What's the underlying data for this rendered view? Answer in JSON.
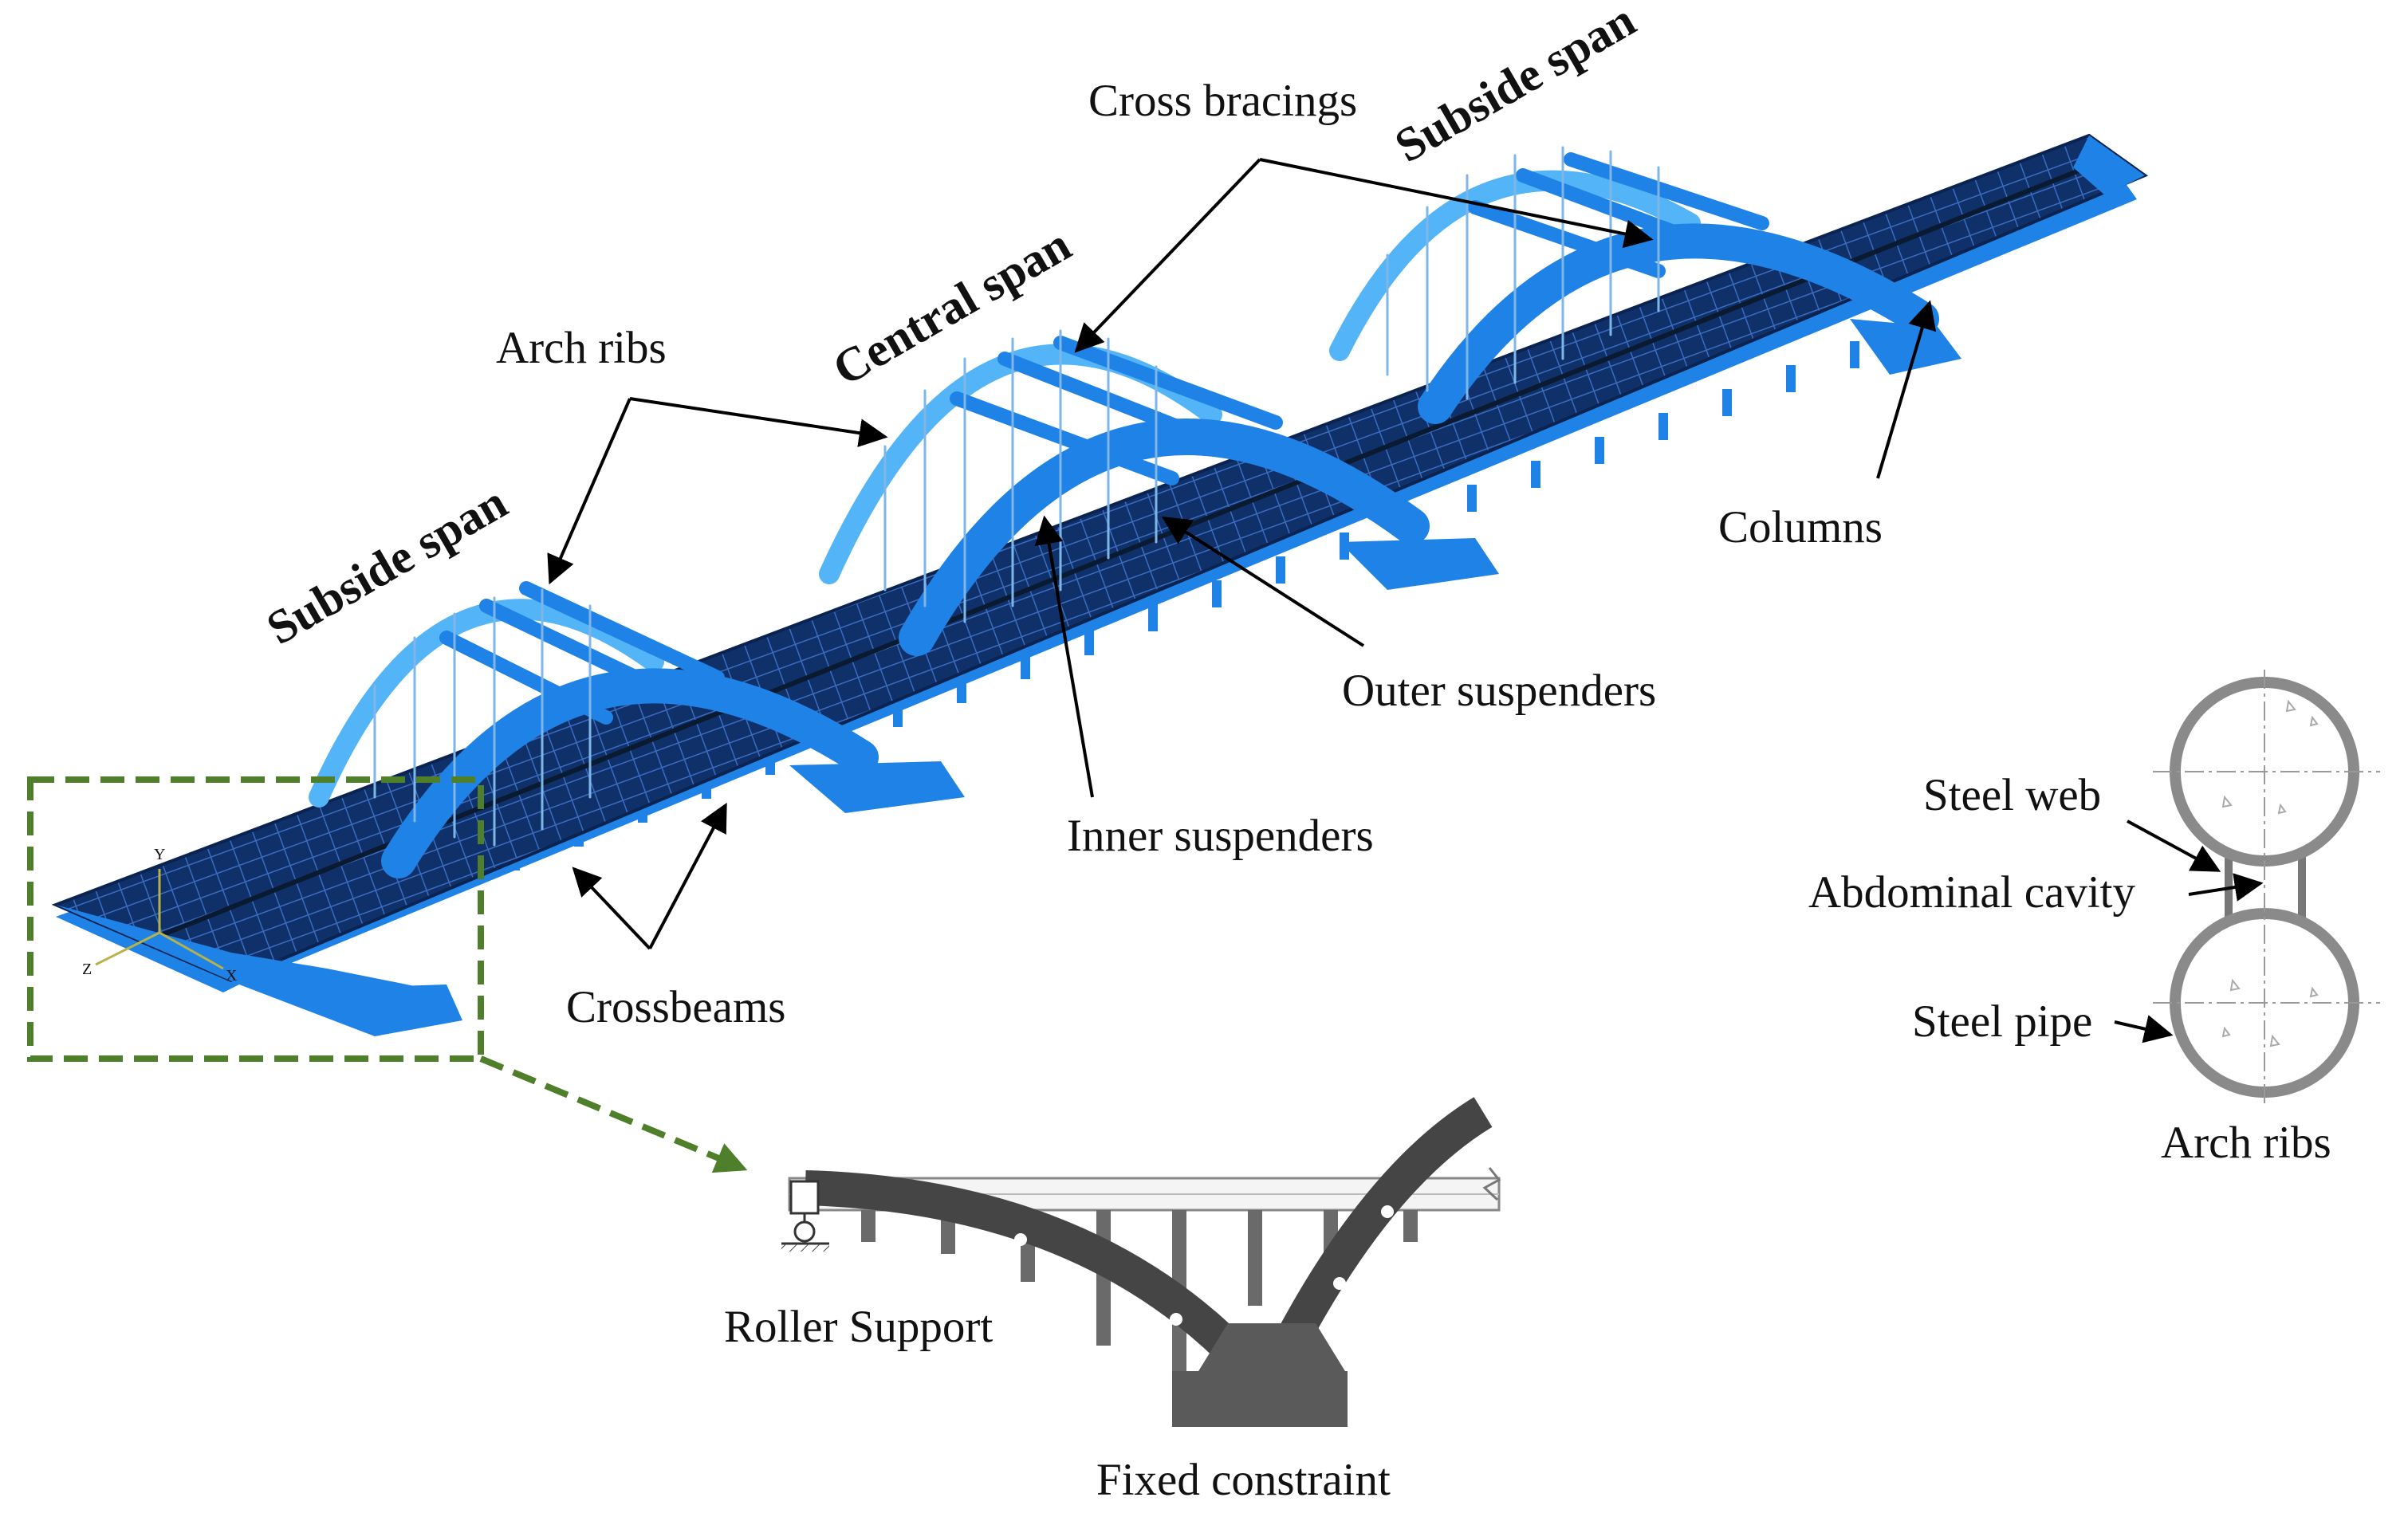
{
  "labels": {
    "cross_bracings": "Cross bracings",
    "subside_span_right": "Subside span",
    "central_span": "Central span",
    "subside_span_left": "Subside span",
    "arch_ribs": "Arch ribs",
    "columns": "Columns",
    "outer_suspenders": "Outer suspenders",
    "inner_suspenders": "Inner suspenders",
    "crossbeams": "Crossbeams",
    "steel_web": "Steel web",
    "abdominal_cavity": "Abdominal cavity",
    "steel_pipe": "Steel pipe",
    "section_caption": "Arch ribs",
    "roller_support": "Roller Support",
    "fixed_constraint": "Fixed constraint",
    "axis_y": "Y",
    "axis_z": "Z",
    "axis_x": "X"
  },
  "colors": {
    "bridge_blue": "#1e82e6",
    "bridge_light": "#54b4f8",
    "deck_dark": "#10306a",
    "deck_grid": "#3a6cc0",
    "highlight_green": "#4f7f2a",
    "detail_gray": "#5a5a5a",
    "detail_dark": "#454545"
  }
}
